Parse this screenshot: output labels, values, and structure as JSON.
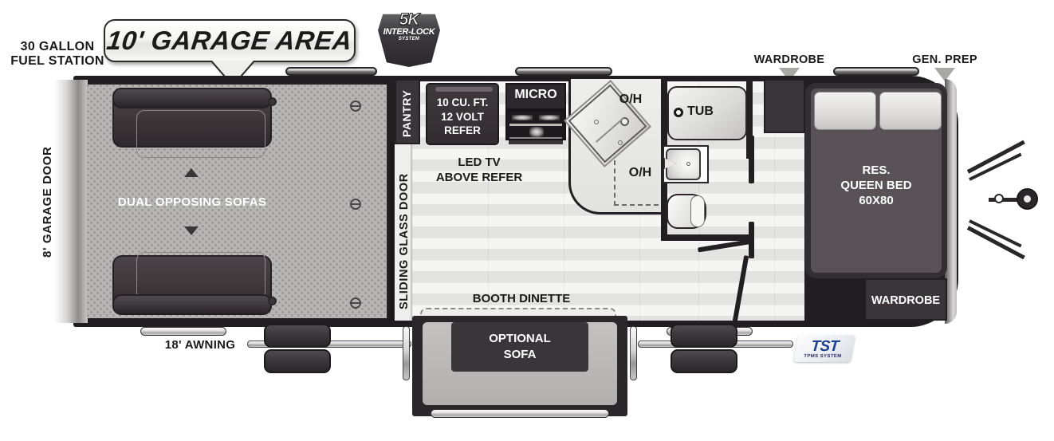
{
  "document": {
    "type": "rv-floorplan",
    "title": "Travel Trailer Toy Hauler Floorplan"
  },
  "callouts": {
    "fuel_station": "30 GALLON\nFUEL STATION",
    "garage_area": "10' GARAGE AREA",
    "garage_door": "8' GARAGE DOOR",
    "wardrobe_top": "WARDROBE",
    "gen_prep": "GEN. PREP",
    "awning": "18' AWNING"
  },
  "interior_labels": {
    "dual_opposing_sofas": "DUAL OPPOSING SOFAS",
    "pantry": "PANTRY",
    "sliding_glass_door": "SLIDING GLASS DOOR",
    "refer": "10 CU. FT.\n12 VOLT\nREFER",
    "micro": "MICRO",
    "led_tv": "LED TV\nABOVE REFER",
    "oh_top": "O/H",
    "oh_bottom": "O/H",
    "tub": "TUB",
    "bed": "RES.\nQUEEN BED\n60X80",
    "wardrobe_rear": "WARDROBE",
    "booth_dinette": "BOOTH DINETTE",
    "optional_sofa": "OPTIONAL\nSOFA"
  },
  "badges": {
    "interlock": {
      "top": "5K",
      "middle": "INTER-LOCK",
      "bottom": "SYSTEM"
    },
    "tst": {
      "name": "TST",
      "subtitle": "TPMS SYSTEM"
    }
  },
  "colors": {
    "shell": "#211e22",
    "garage_floor": "#b6b5b3",
    "wood_floor": "#e8e8e6",
    "cabinet_dark": "#3a3539",
    "bed_fill": "#585257",
    "tst_blue": "#1d3f8f",
    "label_text": "#1a1a1a"
  }
}
